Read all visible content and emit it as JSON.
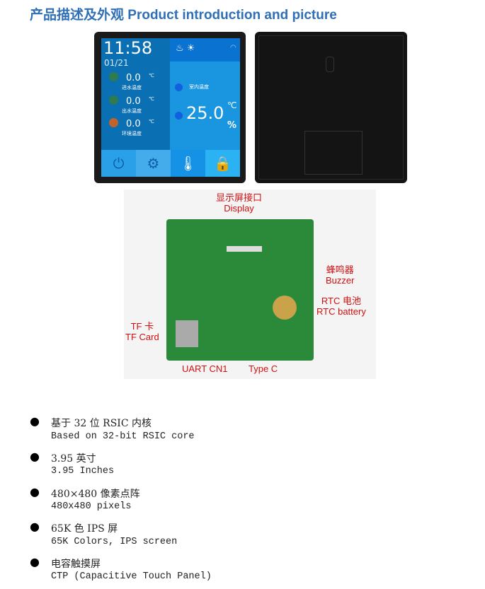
{
  "title": "产品描述及外观  Product introduction and picture",
  "screen": {
    "time": "11:58",
    "date": "01/21",
    "rows": [
      {
        "value": "0.0",
        "unit": "℃",
        "label": "进水温度"
      },
      {
        "value": "0.0",
        "unit": "℃",
        "label": "出水温度"
      },
      {
        "value": "0.0",
        "unit": "℃",
        "label": "环境温度"
      }
    ],
    "indoor_label": "室内温度",
    "big_value": "25.0",
    "unit_c": "℃",
    "unit_pct": "%"
  },
  "pcb_labels": {
    "display": "显示屏接口\nDisplay",
    "buzzer": "蜂鸣器\nBuzzer",
    "rtc": "RTC 电池\nRTC battery",
    "tf": "TF 卡\nTF Card",
    "uart": "UART  CN1",
    "typec": "Type C"
  },
  "features": [
    {
      "cn": "基于 32 位 RSIC 内核",
      "en": "Based on 32-bit RSIC core"
    },
    {
      "cn": "3.95 英寸",
      "en": "3.95 Inches"
    },
    {
      "cn": "480×480 像素点阵",
      "en": "480x480 pixels"
    },
    {
      "cn": "65K 色 IPS 屏",
      "en": "65K Colors, IPS screen"
    },
    {
      "cn": "电容触摸屏",
      "en": "CTP (Capacitive Touch Panel)"
    }
  ]
}
